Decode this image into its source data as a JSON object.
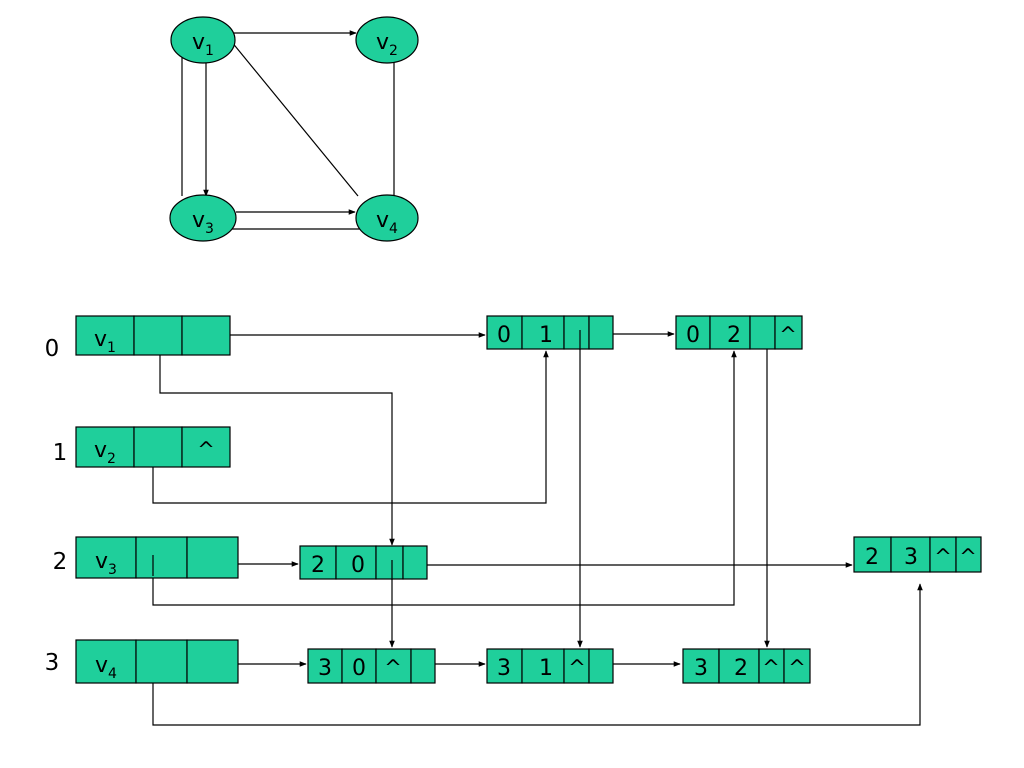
{
  "graph": {
    "vertices": [
      {
        "id": "v1",
        "base": "v",
        "sub": "1"
      },
      {
        "id": "v2",
        "base": "v",
        "sub": "2"
      },
      {
        "id": "v3",
        "base": "v",
        "sub": "3"
      },
      {
        "id": "v4",
        "base": "v",
        "sub": "4"
      }
    ],
    "edges": [
      {
        "from": "v1",
        "to": "v2"
      },
      {
        "from": "v1",
        "to": "v3"
      },
      {
        "from": "v3",
        "to": "v1"
      },
      {
        "from": "v3",
        "to": "v4"
      },
      {
        "from": "v4",
        "to": "v3"
      },
      {
        "from": "v4",
        "to": "v2"
      },
      {
        "from": "v4",
        "to": "v1"
      }
    ]
  },
  "orthogonal_list": {
    "null_mark": "^",
    "heads": [
      {
        "index": "0",
        "base": "v",
        "sub": "1"
      },
      {
        "index": "1",
        "base": "v",
        "sub": "2"
      },
      {
        "index": "2",
        "base": "v",
        "sub": "3"
      },
      {
        "index": "3",
        "base": "v",
        "sub": "4"
      }
    ],
    "arcs": [
      {
        "tail": "0",
        "head": "1"
      },
      {
        "tail": "0",
        "head": "2"
      },
      {
        "tail": "2",
        "head": "0"
      },
      {
        "tail": "2",
        "head": "3"
      },
      {
        "tail": "3",
        "head": "0"
      },
      {
        "tail": "3",
        "head": "1"
      },
      {
        "tail": "3",
        "head": "2"
      }
    ]
  }
}
